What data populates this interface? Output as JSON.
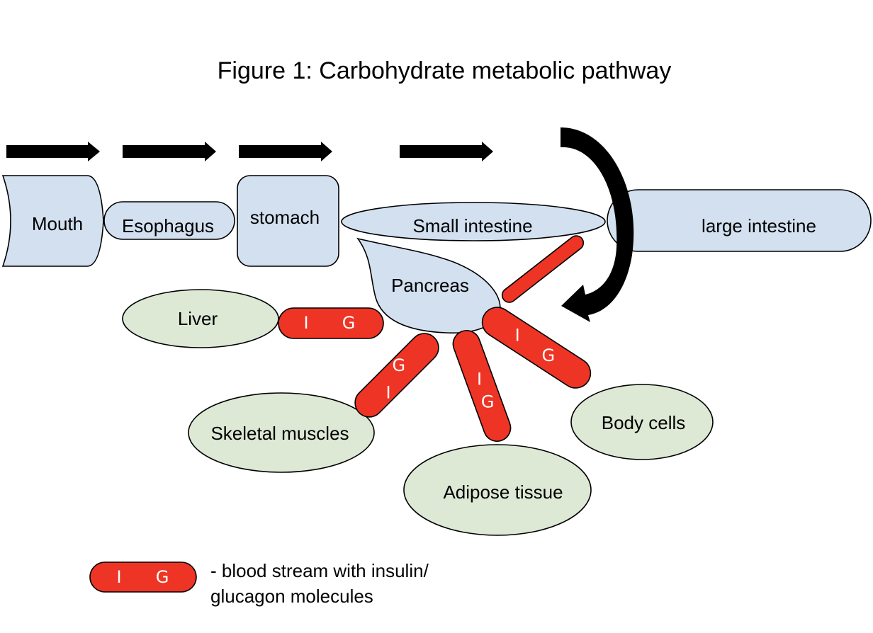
{
  "title": "Figure 1: Carbohydrate metabolic pathway",
  "colors": {
    "digestive_organ": "#d2e0f0",
    "target_tissue": "#dde8d5",
    "blood_stream": "#ee3424",
    "arrow": "#000000"
  },
  "digestive_tract": {
    "mouth": "Mouth",
    "esophagus": "Esophagus",
    "stomach": "stomach",
    "small_intestine": "Small intestine",
    "large_intestine": "large intestine"
  },
  "pancreas": "Pancreas",
  "targets": {
    "liver": "Liver",
    "skeletal_muscles": "Skeletal muscles",
    "adipose_tissue": "Adipose tissue",
    "body_cells": "Body cells"
  },
  "molecules": {
    "insulin": "I",
    "glucagon": "G"
  },
  "legend": {
    "line1": "- blood stream with insulin/",
    "line2": "glucagon molecules"
  },
  "icons": {
    "flow_arrows": "right-arrow-icon",
    "return_arrow": "curved-arrow-icon"
  }
}
